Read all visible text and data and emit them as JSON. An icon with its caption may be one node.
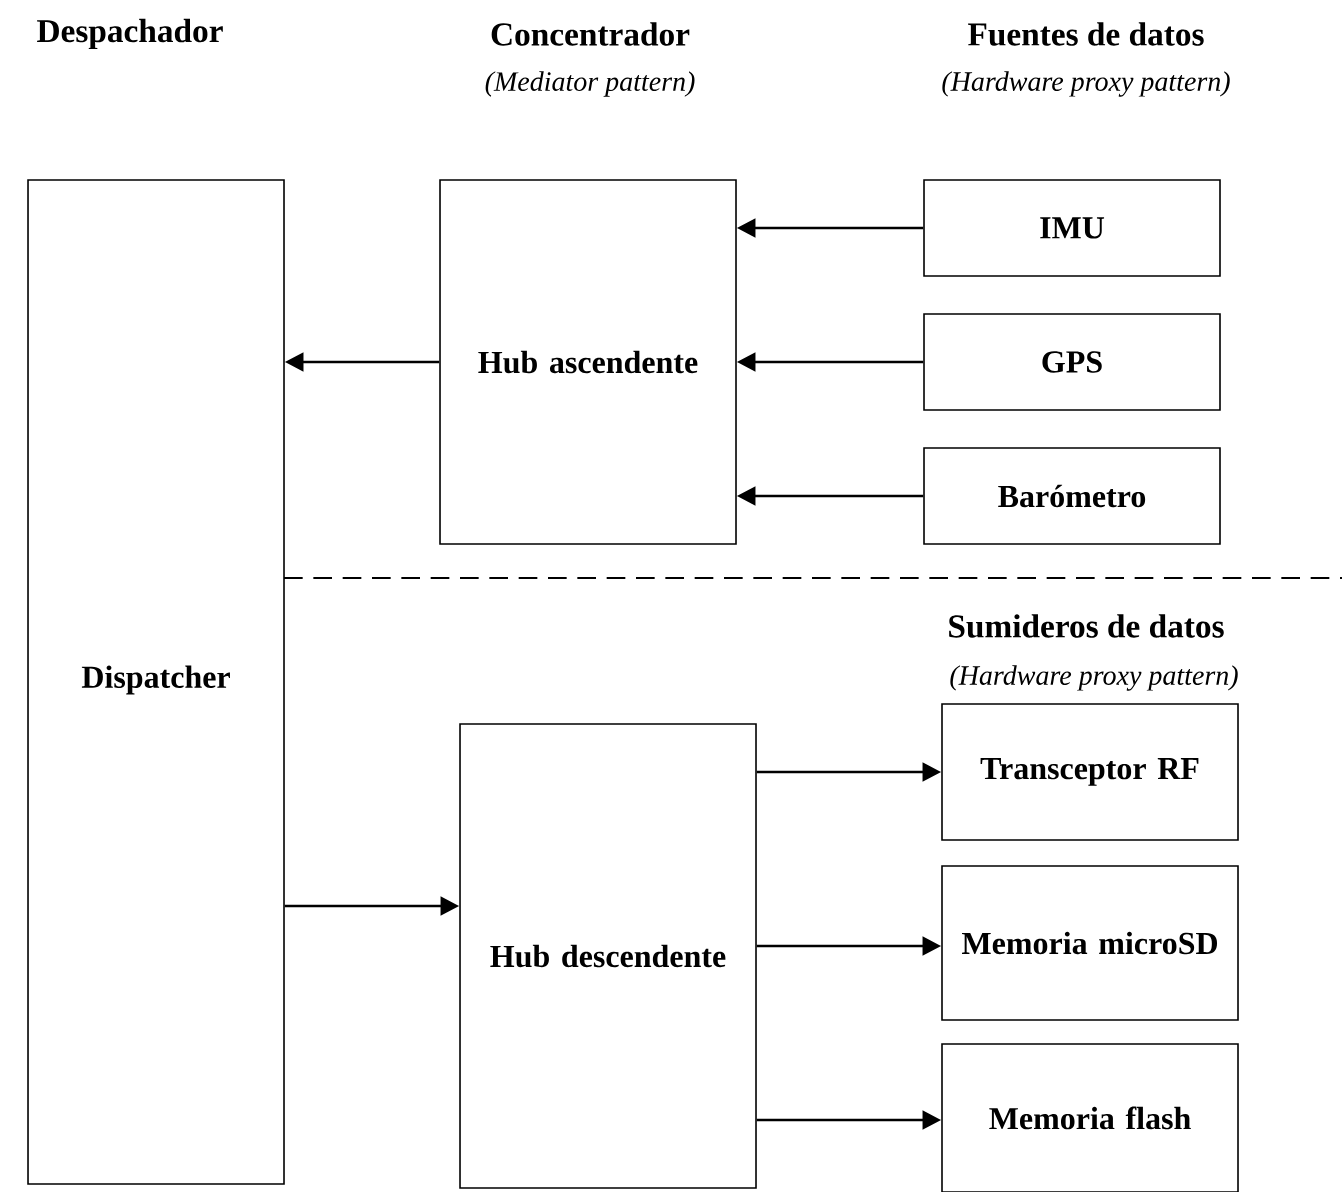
{
  "diagram": {
    "nodes": [
      {
        "text": [
          "Dispatcher"
        ]
      },
      {
        "text": [
          "Hub ascendente"
        ]
      },
      {
        "text": [
          "IMU"
        ]
      },
      {
        "text": [
          "GPS"
        ]
      },
      {
        "text": [
          "Barómetro"
        ]
      },
      {
        "text": [
          "Hub descendente"
        ]
      },
      {
        "text": [
          "Transceptor RF"
        ]
      },
      {
        "text": [
          "Memoria microSD"
        ]
      },
      {
        "text": [
          "Memoria flash"
        ]
      }
    ],
    "edges": [
      {
        "from": 2,
        "to": 1,
        "arrow": "to"
      },
      {
        "from": 3,
        "to": 1,
        "arrow": "to"
      },
      {
        "from": 4,
        "to": 1,
        "arrow": "to"
      },
      {
        "from": 1,
        "to": 0,
        "arrow": "to"
      },
      {
        "from": 0,
        "to": 5,
        "arrow": "to"
      },
      {
        "from": 5,
        "to": 6,
        "arrow": "to"
      },
      {
        "from": 5,
        "to": 7,
        "arrow": "to"
      },
      {
        "from": 5,
        "to": 8,
        "arrow": "to"
      }
    ],
    "labels": [
      "Despachador",
      "Concentrador",
      "(Mediator pattern)",
      "Fuentes de datos",
      "(Hardware proxy pattern)",
      "Sumideros de datos",
      "(Hardware proxy pattern)"
    ]
  }
}
